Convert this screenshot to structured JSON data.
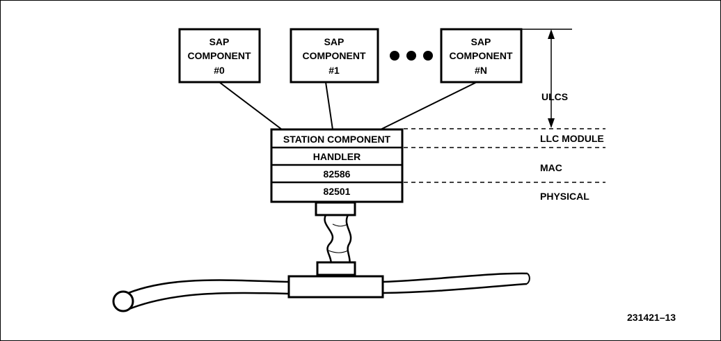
{
  "sap_components": [
    {
      "line1": "SAP",
      "line2": "COMPONENT",
      "line3": "#0"
    },
    {
      "line1": "SAP",
      "line2": "COMPONENT",
      "line3": "#1"
    },
    {
      "line1": "SAP",
      "line2": "COMPONENT",
      "line3": "#N"
    }
  ],
  "stack": {
    "station": "STATION COMPONENT",
    "handler": "HANDLER",
    "chip_586": "82586",
    "chip_501": "82501"
  },
  "layers": {
    "ulcs": "ULCS",
    "llc": "LLC MODULE",
    "mac": "MAC",
    "physical": "PHYSICAL"
  },
  "figure_id": "231421–13"
}
